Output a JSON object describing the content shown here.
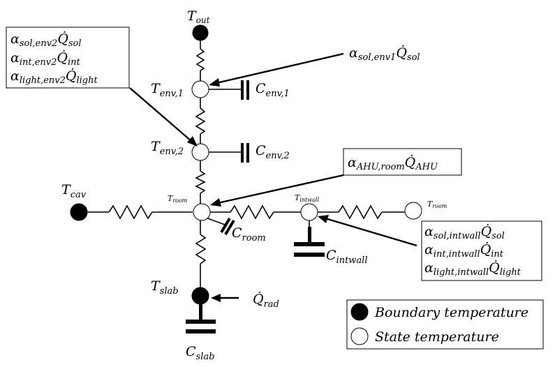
{
  "nodes": {
    "t_out": {
      "base": "T",
      "sub": "out"
    },
    "t_env1": {
      "base": "T",
      "sub": "env,1"
    },
    "t_env2": {
      "base": "T",
      "sub": "env,2"
    },
    "t_room": {
      "base": "T",
      "sub": "room"
    },
    "t_intwall": {
      "base": "T",
      "sub": "intwall"
    },
    "t_room_right": {
      "base": "T",
      "sub": "room"
    },
    "t_cav": {
      "base": "T",
      "sub": "cav"
    },
    "t_slab": {
      "base": "T",
      "sub": "slab"
    }
  },
  "capacitors": {
    "c_env1": {
      "base": "C",
      "sub": "env,1"
    },
    "c_env2": {
      "base": "C",
      "sub": "env,2"
    },
    "c_room": {
      "base": "C",
      "sub": "room"
    },
    "c_intwall": {
      "base": "C",
      "sub": "intwall"
    },
    "c_slab": {
      "base": "C",
      "sub": "slab"
    }
  },
  "heat_inputs": {
    "env2_box": [
      {
        "coef": "α",
        "coef_sub": "sol,env2",
        "q": "Q̇",
        "q_sub": "sol"
      },
      {
        "coef": "α",
        "coef_sub": "int,env2",
        "q": "Q̇",
        "q_sub": "int"
      },
      {
        "coef": "α",
        "coef_sub": "light,env2",
        "q": "Q̇",
        "q_sub": "light"
      }
    ],
    "env1_label": {
      "coef": "α",
      "coef_sub": "sol,env1",
      "q": "Q̇",
      "q_sub": "sol"
    },
    "ahu_box": {
      "coef": "α",
      "coef_sub": "AHU,room",
      "q": "Q̇",
      "q_sub": "AHU"
    },
    "intwall_box": [
      {
        "coef": "α",
        "coef_sub": "sol,intwall",
        "q": "Q̇",
        "q_sub": "sol"
      },
      {
        "coef": "α",
        "coef_sub": "int,intwall",
        "q": "Q̇",
        "q_sub": "int"
      },
      {
        "coef": "α",
        "coef_sub": "light,intwall",
        "q": "Q̇",
        "q_sub": "light"
      }
    ],
    "rad_label": {
      "q": "Q̇",
      "q_sub": "rad"
    }
  },
  "legend": {
    "boundary_label": "Boundary temperature",
    "state_label": "State temperature"
  },
  "colors": {
    "stroke": "#000000",
    "background": "#ffffff"
  }
}
